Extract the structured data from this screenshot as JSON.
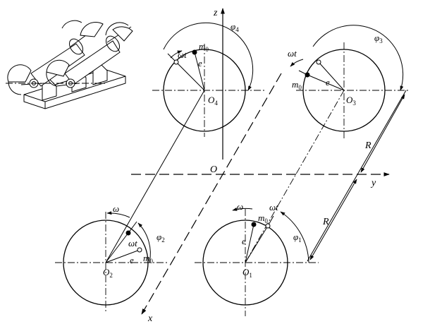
{
  "axes": {
    "z": "z",
    "y": "y",
    "x": "x",
    "origin": "O"
  },
  "distance_label": "R",
  "centers": [
    {
      "id": "O4",
      "base": "O",
      "sub": "4"
    },
    {
      "id": "O3",
      "base": "O",
      "sub": "3"
    },
    {
      "id": "O2",
      "base": "O",
      "sub": "2"
    },
    {
      "id": "O1",
      "base": "O",
      "sub": "1"
    }
  ],
  "phi": [
    {
      "id": "phi4",
      "base": "φ",
      "sub": "4"
    },
    {
      "id": "phi3",
      "base": "φ",
      "sub": "3"
    },
    {
      "id": "phi2",
      "base": "φ",
      "sub": "2"
    },
    {
      "id": "phi1",
      "base": "φ",
      "sub": "1"
    }
  ],
  "mass_label": {
    "base": "m",
    "sub": "0"
  },
  "eccentricity_label": "e",
  "angle_label": "ωt",
  "omega_label": "ω",
  "colors": {
    "stroke": "#000000",
    "background": "#ffffff"
  },
  "icon": "motor-assembly-sketch-icon"
}
